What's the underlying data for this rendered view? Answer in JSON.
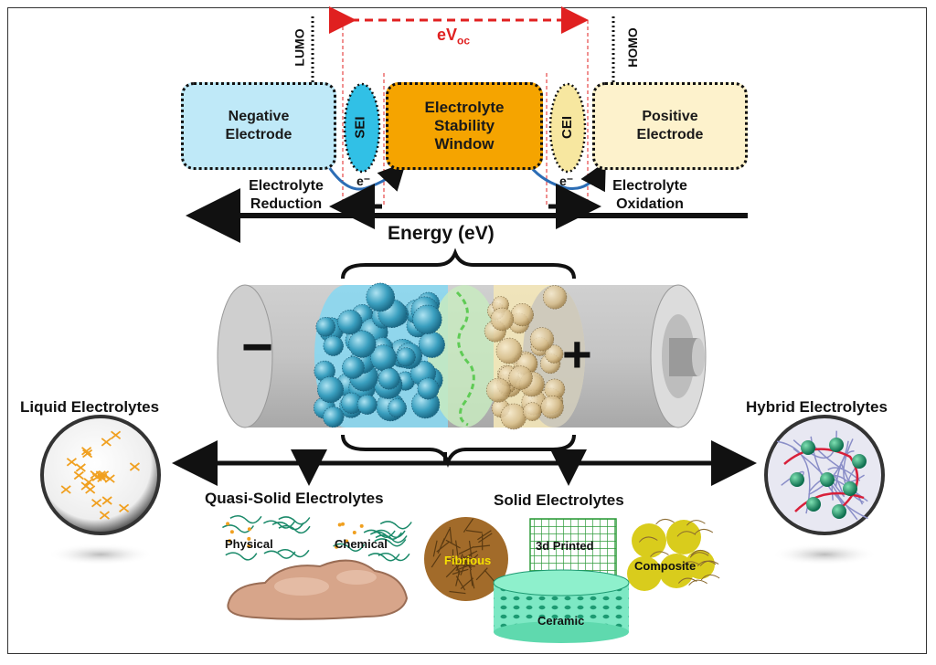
{
  "top": {
    "voltage_label": "eV",
    "voltage_subscript": "oc",
    "lumo": "LUMO",
    "homo": "HOMO",
    "negative_electrode": "Negative Electrode",
    "sei": "SEI",
    "stability_window": "Electrolyte Stability Window",
    "cei": "CEI",
    "positive_electrode": "Positive Electrode",
    "electron_left": "e⁻",
    "electron_right": "e⁻",
    "reduction": "Electrolyte Reduction",
    "oxidation": "Electrolyte Oxidation",
    "energy_axis": "Energy (eV)"
  },
  "battery": {
    "minus": "−",
    "plus": "+"
  },
  "categories": {
    "liquid": "Liquid Electrolytes",
    "hybrid": "Hybrid Electrolytes",
    "quasi_solid": "Quasi-Solid Electrolytes",
    "solid": "Solid Electrolytes",
    "physical": "Physical",
    "chemical": "Chemical",
    "fibrious": "Fibrious",
    "printed": "3d Printed",
    "composite": "Composite",
    "ceramic": "Ceramic"
  },
  "colors": {
    "negative": "#bfe9f8",
    "sei": "#31c0e6",
    "window": "#f5a400",
    "cei": "#f7e7a0",
    "positive": "#fdf2cc",
    "red_dash": "#e02020",
    "arc_blue": "#2c6db5"
  }
}
